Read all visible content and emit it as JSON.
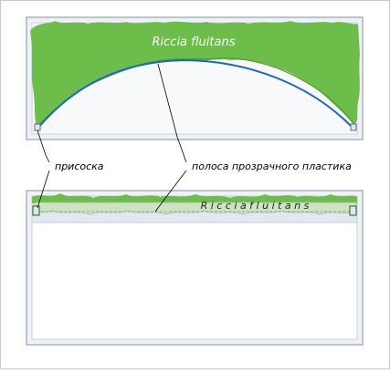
{
  "diagram": {
    "plant_label_top": "Riccia fluitans",
    "plant_label_bottom": "R i c c i a   f l u i t a n s",
    "suction_cup_label": "присоска",
    "plastic_strip_label": "полоса прозрачного пластика"
  },
  "colors": {
    "moss": "#6dbd4b",
    "moss_dark": "#4e9c34",
    "plastic": "#1a66cc",
    "strip_fill": "#cfe3c4",
    "tank_frame": "#a9b4c2",
    "tank_glass": "#e8edf3",
    "outer_border": "#c0c0c0"
  }
}
